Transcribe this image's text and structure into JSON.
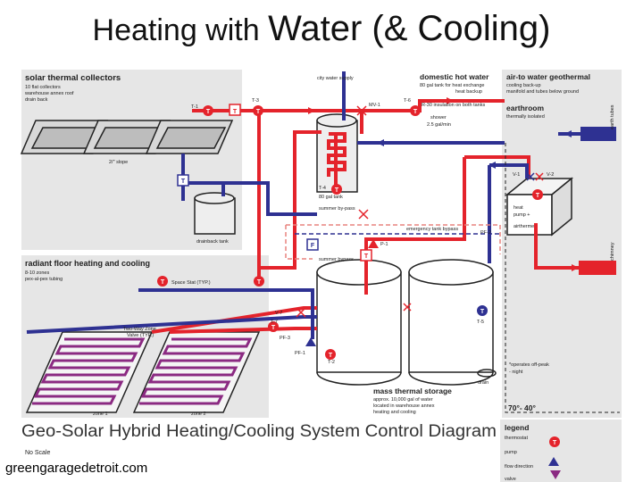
{
  "slide": {
    "title_part1": "Heating with ",
    "title_part2": "Water (& Cooling)",
    "source": "greengaragedetroit.com"
  },
  "diagram": {
    "title": "Geo-Solar Hybrid Heating/Cooling System Control Diagram",
    "no_scale": "No Scale",
    "colors": {
      "hot": "#e4232b",
      "cold": "#2e3192",
      "panel": "#e6e6e6",
      "dash": "#e8847f"
    },
    "solar": {
      "heading": "solar thermal collectors",
      "sub1": "10 flat collectors",
      "sub2": "warehouse annex roof",
      "sub3": "drain back",
      "slope": "2/\" slope",
      "drainback": "drainback tank",
      "t1": "T-1",
      "t3": "T-3"
    },
    "dhw": {
      "heading": "domestic hot water",
      "line1": "80 gal tank for heat exchange",
      "line2": "heat backup",
      "city": "city water supply",
      "mv1": "MV-1",
      "t6": "T-6",
      "insulation": "R-30 insulation on both tanks",
      "shower1": "shower",
      "shower2": "2.5 gal/min",
      "t4": "T-4",
      "tank": "80 gal tank",
      "summer1": "summer by-pass",
      "emergency": "emergency tank bypass",
      "pf2": "PF-2",
      "pf1": "P-1",
      "summer2": "summer bypass"
    },
    "geo": {
      "heading": "air-to water geothermal",
      "line1": "cooling back-up",
      "line2": "manifold and tubes below ground",
      "earthroom": "earthroom",
      "insulated": "thermally isolated",
      "earth_tubes": "earth tubes",
      "v1": "V-1",
      "v2": "V-2",
      "pump1": "heat",
      "pump2": "pump +",
      "pump3": "airtherme",
      "chimney": "chimney"
    },
    "floor": {
      "heading": "radiant floor heating and cooling",
      "sub1": "8-10 zones",
      "sub2": "pex-al-pex tubing",
      "spacestat": "Space Stat (TYP.)",
      "valve1": "Two-Way Zone",
      "valve2": "Valve (TYP.)",
      "v7": "V-7",
      "t7": "T-7",
      "pf3": "PF-3",
      "pf1": "PF-1",
      "t2": "T-2",
      "zone1": "zone 1",
      "zone2": "zone 2"
    },
    "mass": {
      "heading": "mass thermal storage",
      "line1": "approx. 10,000 gal of water",
      "line2": "located in warehouse annex",
      "line3": "heating and cooling",
      "t5": "T-5",
      "drain": "drain",
      "offpeak1": "*operates off-peak",
      "offpeak2": "- night",
      "temp": "70°- 40°"
    },
    "legend": {
      "heading": "legend",
      "thermostat": "thermostat",
      "pump": "pump",
      "flow": "flow direction",
      "valve": "valve"
    }
  }
}
